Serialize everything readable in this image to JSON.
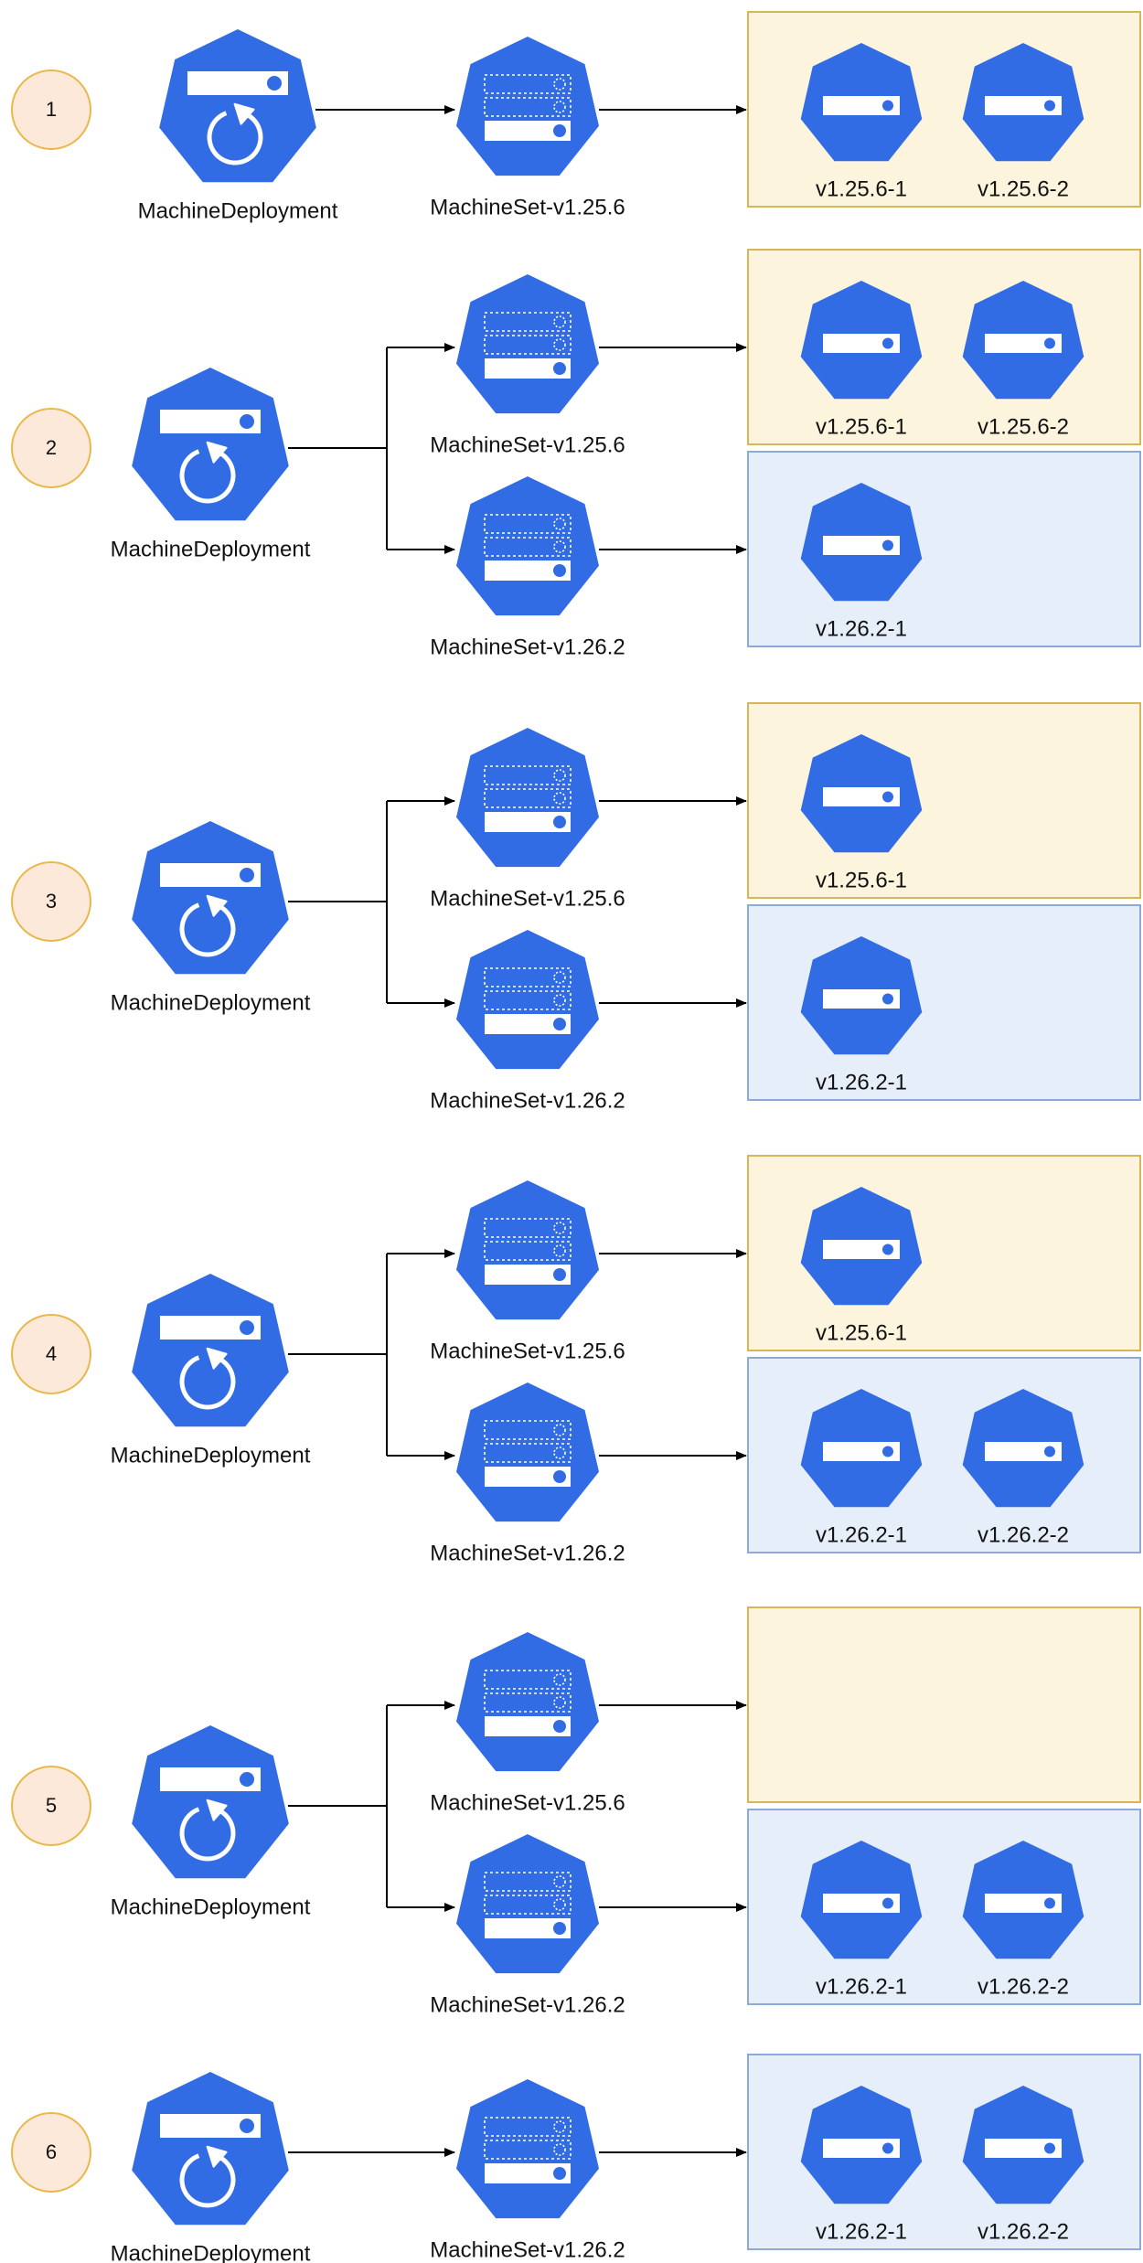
{
  "colors": {
    "hex_blue": "#326ce5",
    "old_box_fill": "#fcf4dc",
    "old_box_stroke": "#d6b656",
    "new_box_fill": "#e6eef9",
    "new_box_stroke": "#8ea8d8",
    "step_fill": "#fde9d9",
    "step_stroke": "#e8b84a",
    "connector": "#000000"
  },
  "steps": [
    {
      "number": "1",
      "deployment_label": "MachineDeployment",
      "machinesets": [
        {
          "label": "MachineSet-v1.25.6",
          "kind": "old",
          "machines": [
            "v1.25.6-1",
            "v1.25.6-2"
          ]
        }
      ]
    },
    {
      "number": "2",
      "deployment_label": "MachineDeployment",
      "machinesets": [
        {
          "label": "MachineSet-v1.25.6",
          "kind": "old",
          "machines": [
            "v1.25.6-1",
            "v1.25.6-2"
          ]
        },
        {
          "label": "MachineSet-v1.26.2",
          "kind": "new",
          "machines": [
            "v1.26.2-1"
          ]
        }
      ]
    },
    {
      "number": "3",
      "deployment_label": "MachineDeployment",
      "machinesets": [
        {
          "label": "MachineSet-v1.25.6",
          "kind": "old",
          "machines": [
            "v1.25.6-1"
          ]
        },
        {
          "label": "MachineSet-v1.26.2",
          "kind": "new",
          "machines": [
            "v1.26.2-1"
          ]
        }
      ]
    },
    {
      "number": "4",
      "deployment_label": "MachineDeployment",
      "machinesets": [
        {
          "label": "MachineSet-v1.25.6",
          "kind": "old",
          "machines": [
            "v1.25.6-1"
          ]
        },
        {
          "label": "MachineSet-v1.26.2",
          "kind": "new",
          "machines": [
            "v1.26.2-1",
            "v1.26.2-2"
          ]
        }
      ]
    },
    {
      "number": "5",
      "deployment_label": "MachineDeployment",
      "machinesets": [
        {
          "label": "MachineSet-v1.25.6",
          "kind": "old",
          "machines": []
        },
        {
          "label": "MachineSet-v1.26.2",
          "kind": "new",
          "machines": [
            "v1.26.2-1",
            "v1.26.2-2"
          ]
        }
      ]
    },
    {
      "number": "6",
      "deployment_label": "MachineDeployment",
      "machinesets": [
        {
          "label": "MachineSet-v1.26.2",
          "kind": "new",
          "machines": [
            "v1.26.2-1",
            "v1.26.2-2"
          ]
        }
      ]
    }
  ]
}
